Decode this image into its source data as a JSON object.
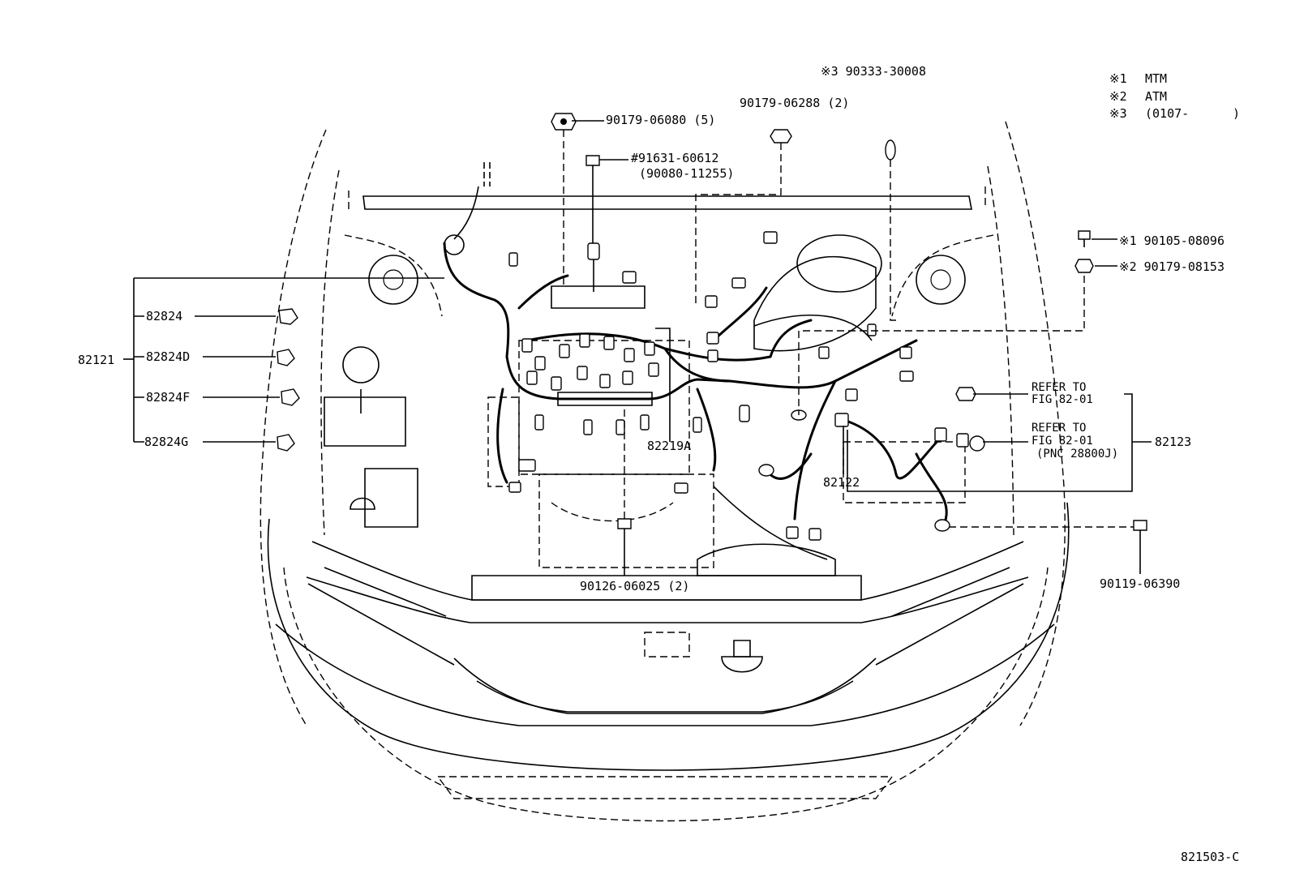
{
  "notes": [
    {
      "mark": "※1",
      "text": "MTM"
    },
    {
      "mark": "※2",
      "text": "ATM"
    },
    {
      "mark": "※3",
      "text": "(0107-",
      "suffix": ")"
    }
  ],
  "callouts": {
    "nut_top": "90179-06080 (5)",
    "bolt_hash": "#91631-60612",
    "bolt_hash_alt": "(90080-11255)",
    "nut_top_center": "90179-06288 (2)",
    "clip_top": "※3 90333-30008",
    "bolt_right_1": "※1 90105-08096",
    "nut_right_2": "※2 90179-08153",
    "bolt_bottom_right": "90119-06390",
    "bolt_bottom_center": "90126-06025 (2)"
  },
  "harness": {
    "main": "82121",
    "sub_1": "82824",
    "sub_2": "82824D",
    "sub_3": "82824F",
    "sub_4": "82824G",
    "engine_wire": "82219A",
    "battery_wire": "82122",
    "ground_wire": "82123"
  },
  "references": {
    "refer_1_line1": "REFER TO",
    "refer_1_line2": "FIG 82-01",
    "refer_2_line1": "REFER TO",
    "refer_2_line2": "FIG 82-01",
    "refer_2_line3": "(PNC 28800J)"
  },
  "figure_code": "821503-C"
}
